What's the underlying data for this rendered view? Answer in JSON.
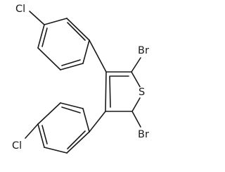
{
  "structure": {
    "atoms": {
      "cl_top": "Cl",
      "br_top": "Br",
      "s_ring": "S",
      "br_bottom": "Br",
      "cl_bottom": "Cl"
    }
  }
}
